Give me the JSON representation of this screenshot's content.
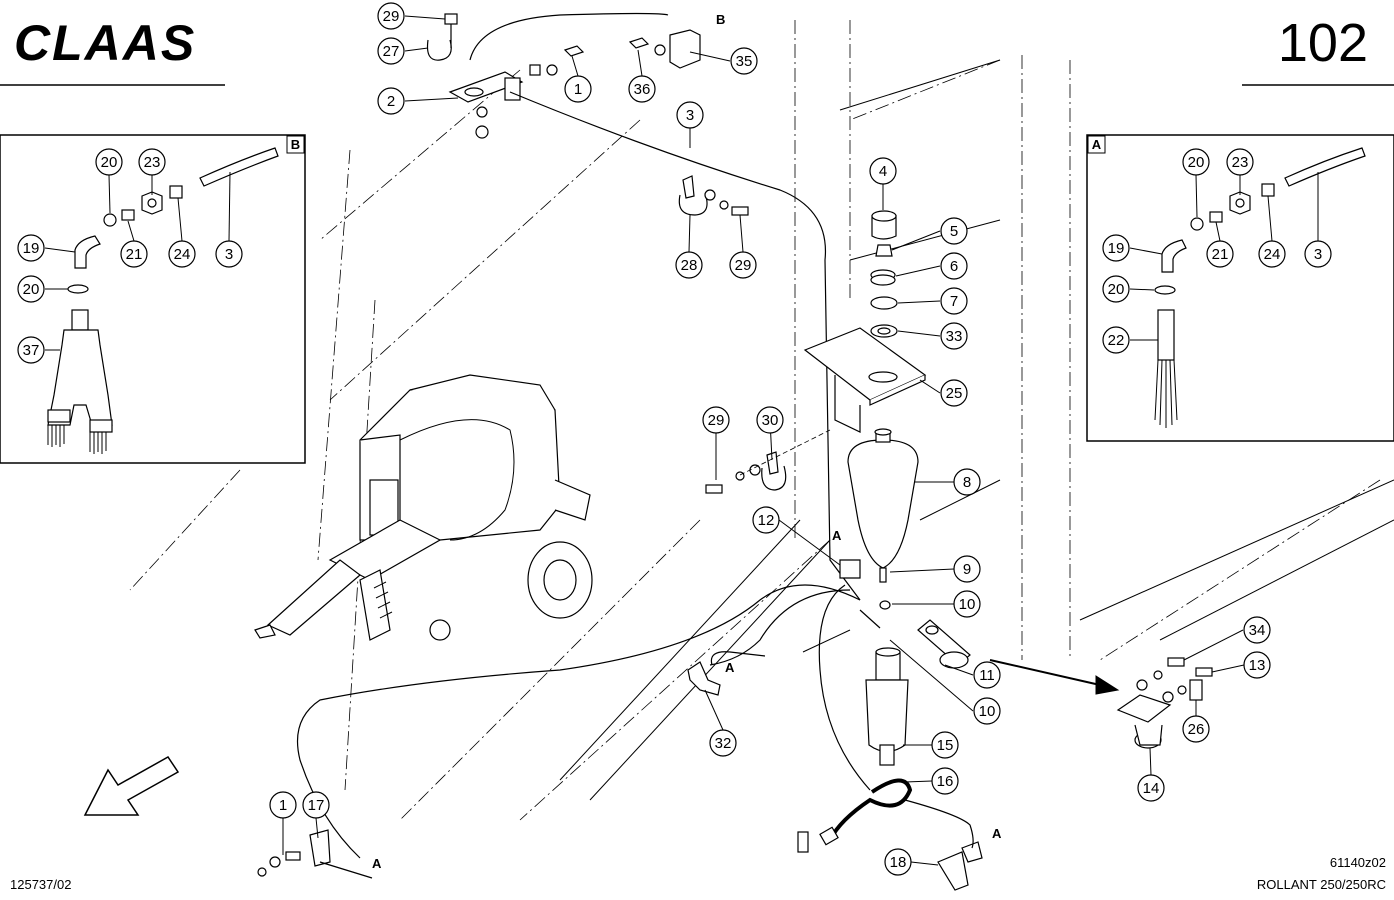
{
  "header": {
    "brand": "CLAAS",
    "page_number": "102"
  },
  "footer": {
    "doc_code": "125737/02",
    "figure_code": "61140z02",
    "model": "ROLLANT 250/250RC"
  },
  "inset_b": {
    "label": "B"
  },
  "inset_a": {
    "label": "A"
  },
  "view_markers": {
    "b": "B",
    "a": "A"
  },
  "callouts": {
    "c1": "1",
    "c2": "2",
    "c3": "3",
    "c4": "4",
    "c5": "5",
    "c6": "6",
    "c7": "7",
    "c8": "8",
    "c9": "9",
    "c10": "10",
    "c11": "11",
    "c12": "12",
    "c13": "13",
    "c14": "14",
    "c15": "15",
    "c16": "16",
    "c17": "17",
    "c18": "18",
    "c19": "19",
    "c20": "20",
    "c21": "21",
    "c22": "22",
    "c23": "23",
    "c24": "24",
    "c25": "25",
    "c26": "26",
    "c27": "27",
    "c28": "28",
    "c29": "29",
    "c30": "30",
    "c32": "32",
    "c33": "33",
    "c34": "34",
    "c35": "35",
    "c36": "36",
    "c37": "37"
  }
}
